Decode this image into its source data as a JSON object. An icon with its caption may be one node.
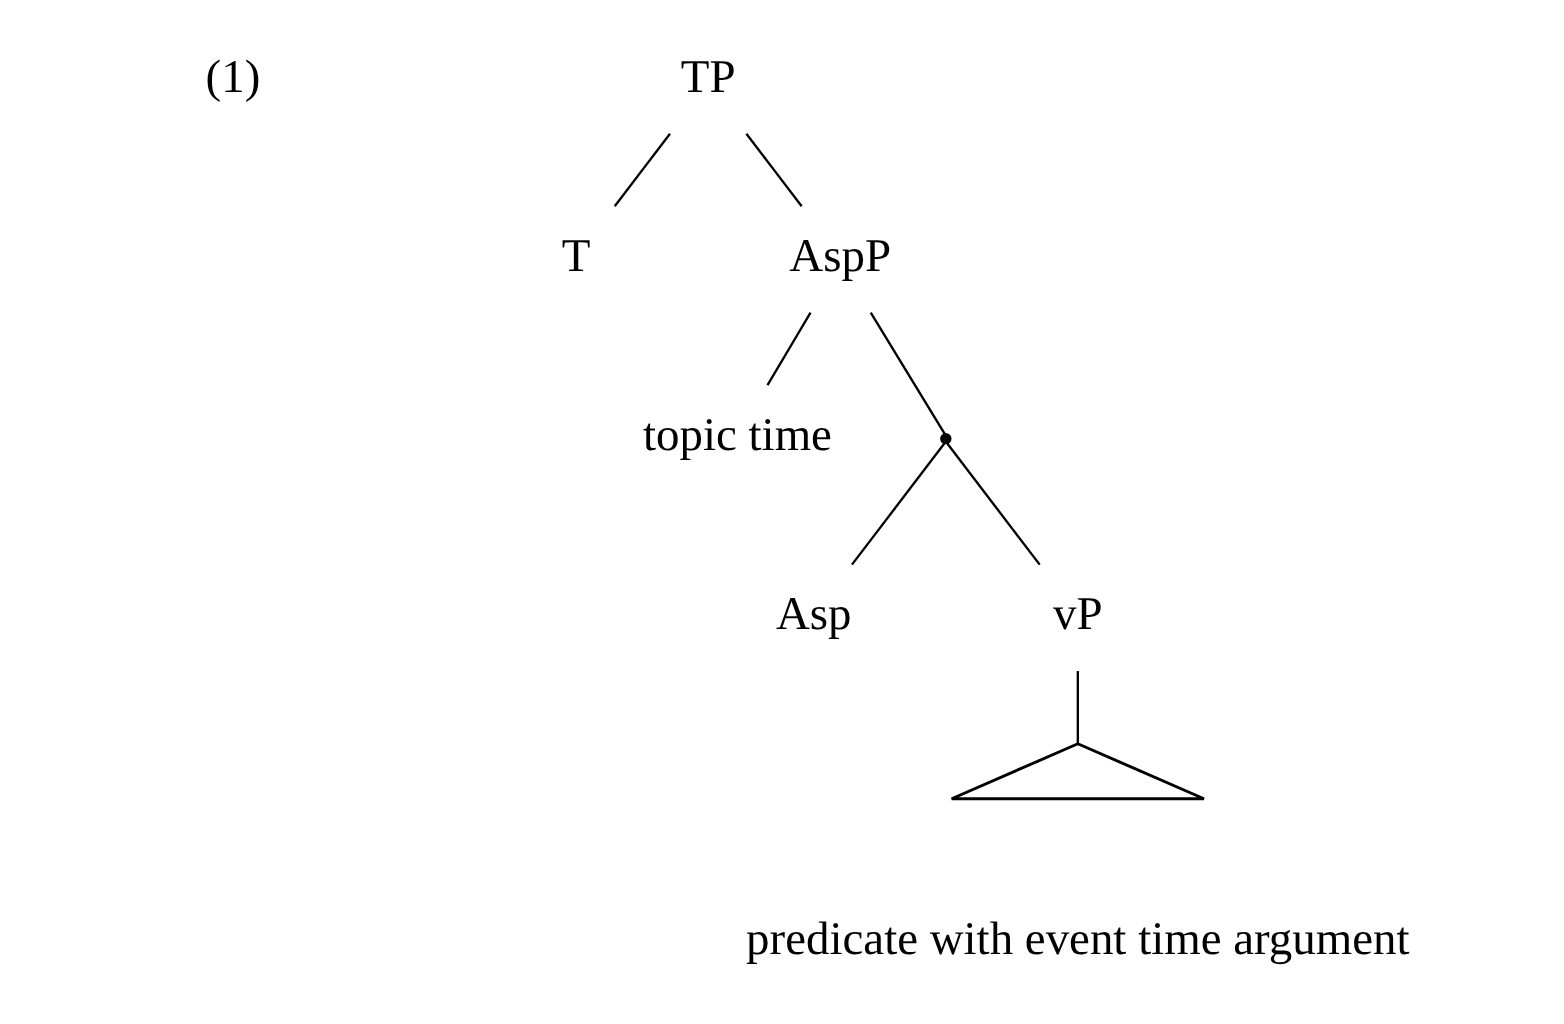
{
  "diagram": {
    "nodes": [
      {
        "text": [
          "TP"
        ]
      },
      {
        "text": [
          "T"
        ]
      },
      {
        "text": [
          "AspP"
        ]
      },
      {
        "text": [
          "topic time"
        ]
      },
      {
        "text": [],
        "shape": "point"
      },
      {
        "text": [
          "Asp"
        ]
      },
      {
        "text": [
          "vP"
        ]
      },
      {
        "text": [],
        "shape": "triangle",
        "beside": [
          "predicate with event time argument"
        ]
      }
    ],
    "edges": [
      {
        "from": 0,
        "to": 1,
        "arrow": "none"
      },
      {
        "from": 0,
        "to": 2,
        "arrow": "none"
      },
      {
        "from": 2,
        "to": 3,
        "arrow": "none"
      },
      {
        "from": 2,
        "to": 4,
        "arrow": "none"
      },
      {
        "from": 4,
        "to": 5,
        "arrow": "none"
      },
      {
        "from": 4,
        "to": 6,
        "arrow": "none"
      },
      {
        "from": 6,
        "to": 7,
        "arrow": "none"
      }
    ],
    "labels": [
      "(1)"
    ]
  }
}
